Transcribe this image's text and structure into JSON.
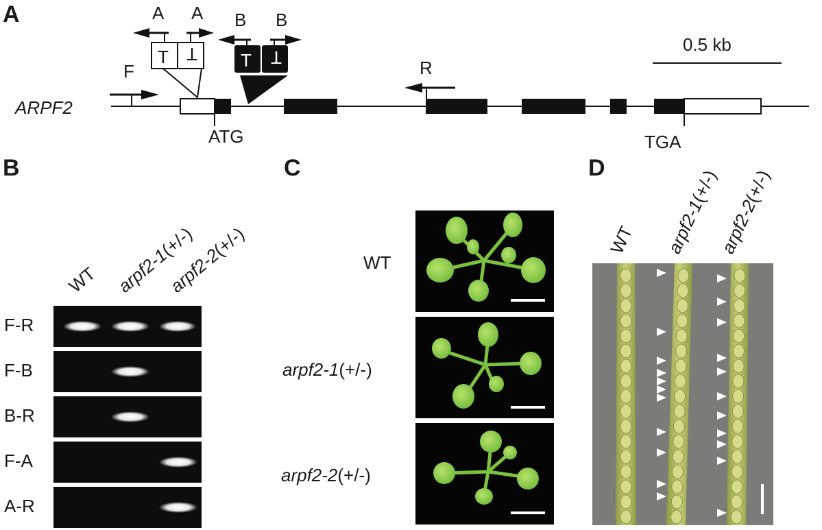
{
  "panel_labels": {
    "a": "A",
    "b": "B",
    "c": "C",
    "d": "D"
  },
  "gene": {
    "name": "ARPF2",
    "scale": "0.5 kb",
    "start_codon": "ATG",
    "stop_codon": "TGA",
    "primers": {
      "a": "A",
      "b": "B",
      "f": "F",
      "r": "R"
    }
  },
  "gel": {
    "lanes": [
      {
        "label": "WT",
        "italic": "",
        "rest": ""
      },
      {
        "label": "",
        "italic": "arpf2-1",
        "rest": "(+/-)"
      },
      {
        "label": "",
        "italic": "arpf2-2",
        "rest": "(+/-)"
      }
    ],
    "rows": [
      {
        "label": "F-R",
        "bands": [
          true,
          true,
          true
        ]
      },
      {
        "label": "F-B",
        "bands": [
          false,
          true,
          false
        ]
      },
      {
        "label": "B-R",
        "bands": [
          false,
          true,
          false
        ]
      },
      {
        "label": "F-A",
        "bands": [
          false,
          false,
          true
        ]
      },
      {
        "label": "A-R",
        "bands": [
          false,
          false,
          true
        ]
      }
    ]
  },
  "rosettes": [
    {
      "label": "WT",
      "italic": "",
      "rest": ""
    },
    {
      "label": "",
      "italic": "arpf2-1",
      "rest": "(+/-)"
    },
    {
      "label": "",
      "italic": "arpf2-2",
      "rest": "(+/-)"
    }
  ],
  "siliques": [
    {
      "label": "WT",
      "italic": "",
      "rest": ""
    },
    {
      "label": "",
      "italic": "arpf2-1",
      "rest": "(+/-)"
    },
    {
      "label": "",
      "italic": "arpf2-2",
      "rest": "(+/-)"
    }
  ],
  "colors": {
    "gel_background": "#0d0d0d",
    "band": "#f2f2f2",
    "rosette_background": "#050505",
    "leaf": "#8ecf4a",
    "silique_background": "#7b7b78",
    "silique": "#b7bd63"
  }
}
